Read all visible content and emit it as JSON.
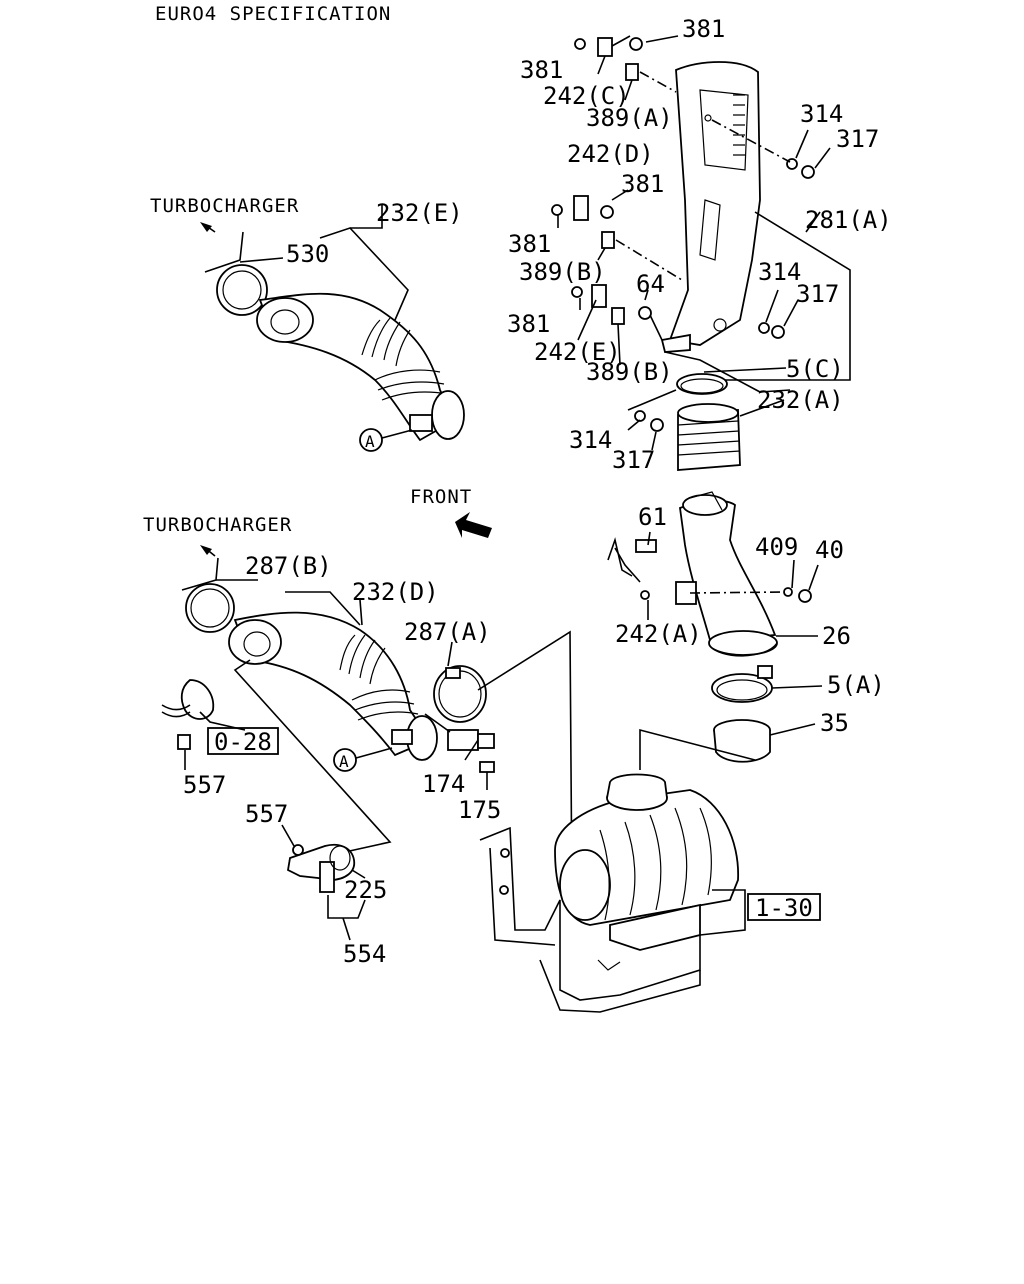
{
  "header": {
    "title": "EURO4 SPECIFICATION"
  },
  "notes": {
    "turbo_top": "TURBOCHARGER",
    "turbo_bottom": "TURBOCHARGER",
    "front": "FRONT"
  },
  "refs": {
    "a_upper": "A",
    "a_lower": "A",
    "box_028": "0-28",
    "box_130": "1-30"
  },
  "callouts": {
    "c381_top_r": "381",
    "c381_top_l": "381",
    "c242c": "242(C)",
    "c389a": "389(A)",
    "c314_r1": "314",
    "c317_r1": "317",
    "c242d": "242(D)",
    "c381_mid_r": "381",
    "c381_mid_l": "381",
    "c281a": "281(A)",
    "c389b_1": "389(B)",
    "c314_r2": "314",
    "c64": "64",
    "c317_r2": "317",
    "c381_low": "381",
    "c242e": "242(E)",
    "c389b_2": "389(B)",
    "c5c": "5(C)",
    "c232a": "232(A)",
    "c314_l": "314",
    "c317_l": "317",
    "c232e": "232(E)",
    "c530": "530",
    "c287b": "287(B)",
    "c232d": "232(D)",
    "c287a": "287(A)",
    "c61": "61",
    "c409": "409",
    "c40": "40",
    "c242a": "242(A)",
    "c26": "26",
    "c5a": "5(A)",
    "c35": "35",
    "c174": "174",
    "c175": "175",
    "c557_l": "557",
    "c557_c": "557",
    "c225": "225",
    "c554": "554"
  }
}
